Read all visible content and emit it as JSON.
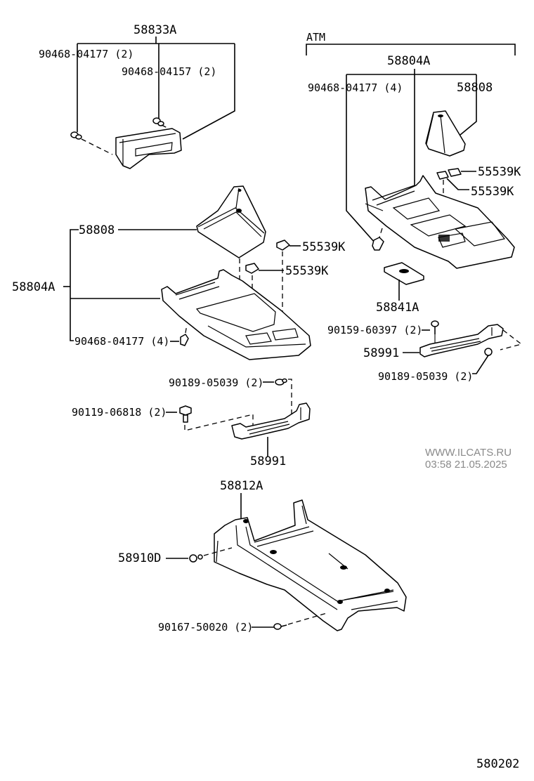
{
  "diagram": {
    "title": "Console box parts diagram",
    "page_code": "580202",
    "watermark": {
      "site": "WWW.ILCATS.RU",
      "timestamp": "03:58 21.05.2025"
    },
    "groups": {
      "atm_label": "ATM"
    },
    "labels": {
      "top_left_assembly": "58833A",
      "top_left_clip_a": "90468-04177 (2)",
      "top_left_clip_b": "90468-04157 (2)",
      "mt_boot": "58808",
      "mt_assembly": "58804A",
      "mt_clip": "90468-04177 (4)",
      "mt_plug_a": "55539K",
      "mt_plug_b": "55539K",
      "atm_assembly": "58804A",
      "atm_clip": "90468-04177 (4)",
      "atm_boot": "58808",
      "atm_plug_a": "55539K",
      "atm_plug_b": "55539K",
      "atm_pad": "58841A",
      "atm_screw": "90159-60397 (2)",
      "atm_bracket": "58991",
      "atm_nut": "90189-05039 (2)",
      "mid_nut": "90189-05039 (2)",
      "mid_bolt": "90119-06818 (2)",
      "mid_bracket": "58991",
      "rear_box": "58812A",
      "rear_fastener": "58910D",
      "rear_screw": "90167-50020 (2)"
    }
  }
}
